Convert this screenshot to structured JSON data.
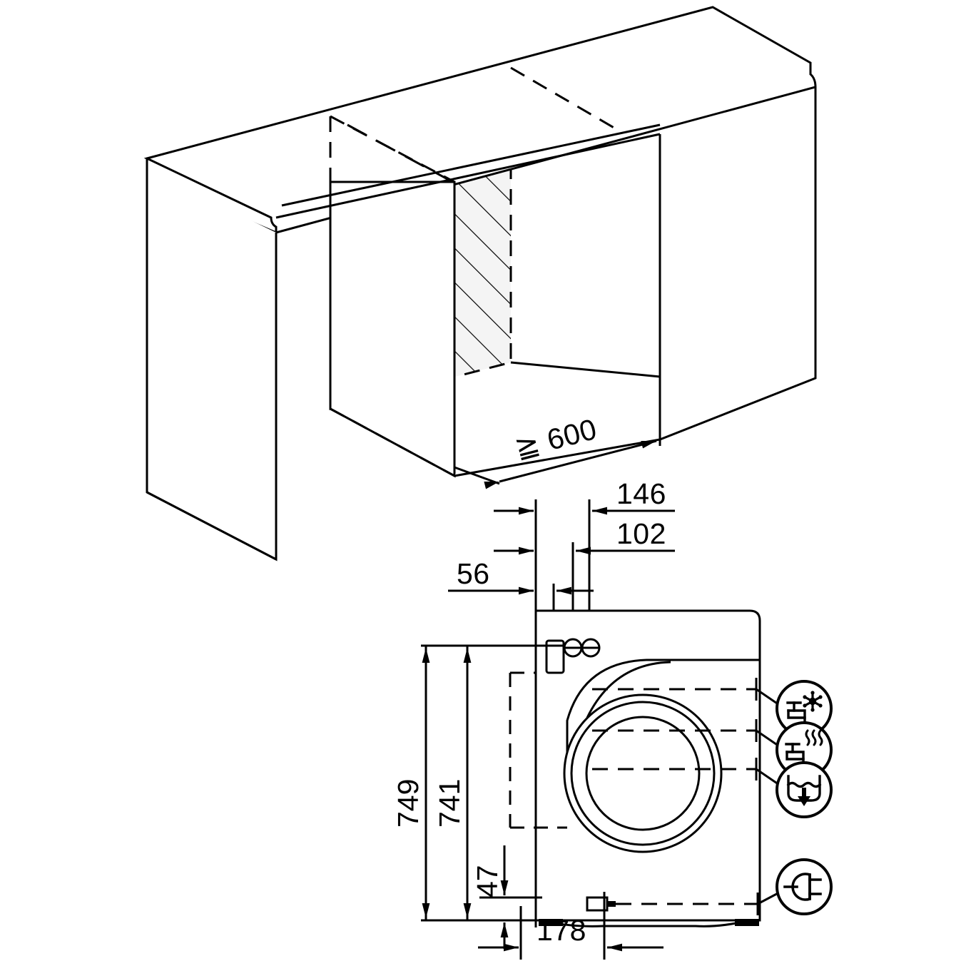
{
  "drawing": {
    "title": "Washing machine built-in installation diagram",
    "type": "technical-dimension-drawing",
    "units": "mm",
    "line_color": "#000000",
    "hatch_fill": "#f4f4f4",
    "background": "#ffffff"
  },
  "dimensions": {
    "niche_depth": {
      "label": "≧ 600",
      "value": "600",
      "prefix": "≧",
      "orientation": "isometric-depth",
      "name": "niche-depth"
    },
    "conn_146": {
      "label": "146",
      "value": "146",
      "orientation": "horizontal",
      "name": "connection-offset-146"
    },
    "conn_102": {
      "label": "102",
      "value": "102",
      "orientation": "horizontal",
      "name": "connection-offset-102"
    },
    "conn_56": {
      "label": "56",
      "value": "56",
      "orientation": "horizontal",
      "name": "connection-offset-56"
    },
    "height_749": {
      "label": "749",
      "value": "749",
      "orientation": "vertical",
      "name": "height-749"
    },
    "height_741": {
      "label": "741",
      "value": "741",
      "orientation": "vertical",
      "name": "height-741"
    },
    "height_47": {
      "label": "47",
      "value": "47",
      "orientation": "vertical",
      "name": "height-47"
    },
    "width_178": {
      "label": "178",
      "value": "178",
      "orientation": "horizontal",
      "name": "width-178"
    }
  },
  "connection_icons": [
    {
      "id": "cold-water",
      "icon": "cold-water-tap-icon",
      "description": "Cold water supply tap with snowflake"
    },
    {
      "id": "hot-water",
      "icon": "hot-water-tap-icon",
      "description": "Hot water supply tap with heat waves"
    },
    {
      "id": "drain",
      "icon": "drain-outlet-icon",
      "description": "Water drain outlet basin"
    },
    {
      "id": "power",
      "icon": "power-plug-icon",
      "description": "Electrical mains plug connection"
    }
  ],
  "views": {
    "isometric": {
      "name": "cabinet-niche-isometric-view",
      "description": "Isometric cabinet with hatched installation niche back panel"
    },
    "front": {
      "name": "appliance-front-elevation-view",
      "description": "Front elevation of washing machine with door and connections"
    }
  }
}
